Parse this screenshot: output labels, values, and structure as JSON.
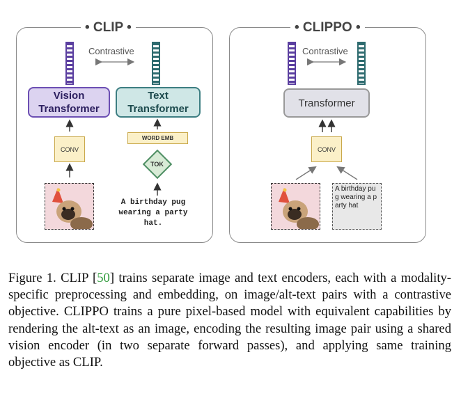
{
  "figure": {
    "left_panel": {
      "title": "• CLIP •",
      "contrastive_label": "Contrastive",
      "vision_box": "Vision Transformer",
      "text_box": "Text Transformer",
      "conv_label": "CONV",
      "word_emb_label": "WORD EMB",
      "tok_label": "TOK",
      "alt_text": "A birthday pug wearing a party hat.",
      "colors": {
        "vision": "#dcd3f0",
        "text": "#cfe7e6",
        "conv": "#fbf0c8",
        "tok": "#d8ebd6"
      }
    },
    "right_panel": {
      "title": "• CLIPPO •",
      "contrastive_label": "Contrastive",
      "transformer_box": "Transformer",
      "conv_label": "CONV",
      "rendered_text": "A birthday pug wearing a party hat"
    }
  },
  "caption": {
    "prefix": "Figure 1.  CLIP [",
    "citation": "50",
    "body": "] trains separate image and text encoders, each with a modality-specific preprocessing and embedding, on image/alt-text pairs with a contrastive objective. CLIPPO trains a pure pixel-based model with equivalent capabilities by rendering the alt-text as an image, encoding the resulting image pair using a shared vision encoder (in two separate forward passes), and applying same training objective as CLIP."
  }
}
